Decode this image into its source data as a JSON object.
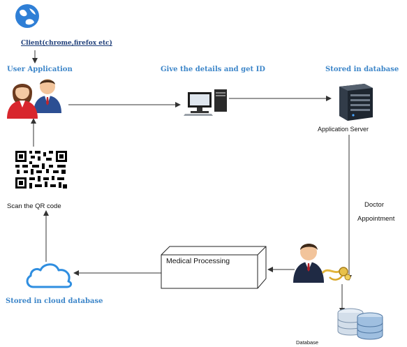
{
  "labels": {
    "client": "Client(chrome,firefox etc)",
    "user_application": "User Application",
    "give_details": "Give the details and get ID",
    "stored_in_database": "Stored in database",
    "application_server": "Application Server",
    "scan_qr": "Scan the QR code",
    "doctor": "Doctor",
    "appointment": "Appointment",
    "medical_processing": "Medical Processing",
    "stored_in_cloud": "Stored in cloud database",
    "database": "Database"
  },
  "colors": {
    "label_blue": "#3d86c9",
    "client_label": "#1f3f7a",
    "arrow": "#333333",
    "globe": "#2f7fd6",
    "cloud": "#2f8ee0"
  },
  "icons": {
    "globe": "globe-icon",
    "users": "users-icon",
    "computer": "computer-icon",
    "server": "server-icon",
    "qr": "qr-code-icon",
    "cloud": "cloud-icon",
    "doctor": "doctor-icon",
    "database": "database-icon"
  }
}
